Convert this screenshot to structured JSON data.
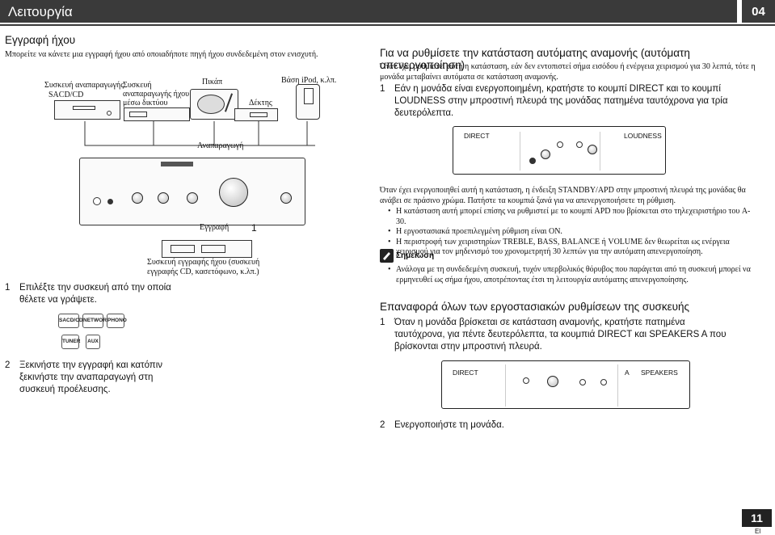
{
  "header": {
    "title": "Λειτουργία",
    "chapter": "04"
  },
  "left": {
    "heading": "Εγγραφή ήχου",
    "intro": "Μπορείτε να κάνετε μια εγγραφή ήχου από οποιαδήποτε πηγή ήχου συνδεδεμένη στον ενισχυτή.",
    "labels": {
      "sacd_line1": "Συσκευή αναπαραγωγής",
      "sacd_line2": "SACD/CD",
      "network_line1": "Συσκευή",
      "network_line2": "αναπαραγωγής ήχου",
      "network_line3": "μέσω δικτύου",
      "turntable": "Πικάπ",
      "ipod": "Βάση iPod, κ.λπ.",
      "tuner": "Δέκτης",
      "playback": "Αναπαραγωγή",
      "recording": "Εγγραφή",
      "recorder_line1": "Συσκευή εγγραφής ήχου (συσκευή",
      "recorder_line2": "εγγραφής CD, κασετόφωνο, κ.λπ.)",
      "callout_1": "1"
    },
    "step1_num": "1",
    "step1": "Επιλέξτε την συσκευή από την οποία θέλετε να γράψετε.",
    "source_buttons": [
      "SACD/CD",
      "NETWORK",
      "PHONO",
      "TUNER",
      "AUX"
    ],
    "step2_num": "2",
    "step2": "Ξεκινήστε την εγγραφή και κατόπιν ξεκινήστε την αναπαραγωγή στη συσκευή προέλευσης."
  },
  "right": {
    "heading": "Για να ρυθμίσετε την κατάσταση αυτόματης αναμονής (αυτόματη απενεργοποίηση)",
    "intro": "Όταν έχει ρυθμιστεί αυτή η κατάσταση, εάν δεν εντοπιστεί σήμα εισόδου ή ενέργεια χειρισμού για 30 λεπτά, τότε η μονάδα μεταβαίνει αυτόματα σε κατάσταση αναμονής.",
    "step1_num": "1",
    "step1": "Εάν η μονάδα είναι ενεργοποιημένη, κρατήστε το κουμπί DIRECT και το κουμπί LOUDNESS στην μπροστινή πλευρά της μονάδας πατημένα ταυτόχρονα για τρία δευτερόλεπτα.",
    "panel1": {
      "left_label": "DIRECT",
      "right_label": "LOUDNESS"
    },
    "after": "Όταν έχει ενεργοποιηθεί αυτή η κατάσταση, η ένδειξη STANDBY/APD στην μπροστινή πλευρά της μονάδας θα ανάβει σε πράσινο χρώμα. Πατήστε τα κουμπιά ξανά για να απενεργοποιήσετε τη ρύθμιση.",
    "bullets": [
      "Η κατάσταση αυτή μπορεί επίσης να ρυθμιστεί με το κουμπί APD που βρίσκεται στο τηλεχειριστήριο του A-30.",
      "Η εργοστασιακά προεπιλεγμένη ρύθμιση είναι ON.",
      "Η περιστροφή των χειριστηρίων TREBLE, BASS, BALANCE ή VOLUME δεν θεωρείται ως ενέργεια χειρισμού για τον μηδενισμό του χρονομετρητή 30 λεπτών για την αυτόματη απενεργοποίηση."
    ],
    "note_title": "Σημείωση",
    "note_bullets": [
      "Ανάλογα με τη συνδεδεμένη συσκευή, τυχόν υπερβολικός θόρυβος που παράγεται από τη συσκευή μπορεί να ερμηνευθεί ως σήμα ήχου, αποτρέποντας έτσι τη λειτουργία αυτόματης απενεργοποίησης."
    ],
    "reset_heading": "Επαναφορά όλων των εργοστασιακών ρυθμίσεων της συσκευής",
    "reset_step1_num": "1",
    "reset_step1": "Όταν η μονάδα βρίσκεται σε κατάσταση αναμονής, κρατήστε πατημένα ταυτόχρονα, για πέντε δευτερόλεπτα, τα κουμπιά DIRECT και SPEAKERS A που βρίσκονται στην μπροστινή πλευρά.",
    "panel2": {
      "left_label": "DIRECT",
      "mid_label": "A",
      "right_label": "SPEAKERS"
    },
    "reset_step2_num": "2",
    "reset_step2": "Ενεργοποιήστε τη μονάδα."
  },
  "footer": {
    "page": "11",
    "lang": "El"
  },
  "colors": {
    "header_bg": "#3a3a3a",
    "text": "#111111"
  },
  "icons": [
    "note-icon",
    "amplifier-illustration"
  ]
}
